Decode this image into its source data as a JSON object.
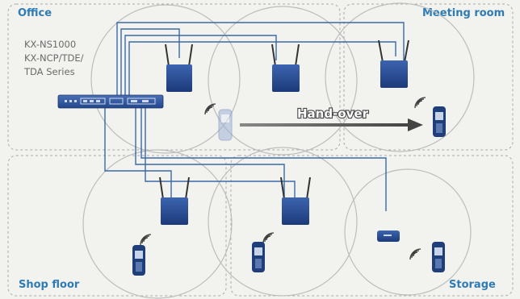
{
  "zones": {
    "office": "Office",
    "meeting_room": "Meeting room",
    "shop_floor": "Shop floor",
    "storage": "Storage"
  },
  "pbx_models": {
    "line1": "KX-NS1000",
    "line2": "KX-NCP/TDE/",
    "line3": "TDA Series"
  },
  "handover_label": "Hand-over",
  "colors": {
    "zone_label": "#2f7bb5",
    "antenna_unit": "#24478f",
    "cable": "#3a69a8",
    "handset": "#1f3f7a",
    "zone_border": "#a9a9a9",
    "coverage_circle": "#bdbdbd",
    "handover_arrow": "#555555"
  }
}
